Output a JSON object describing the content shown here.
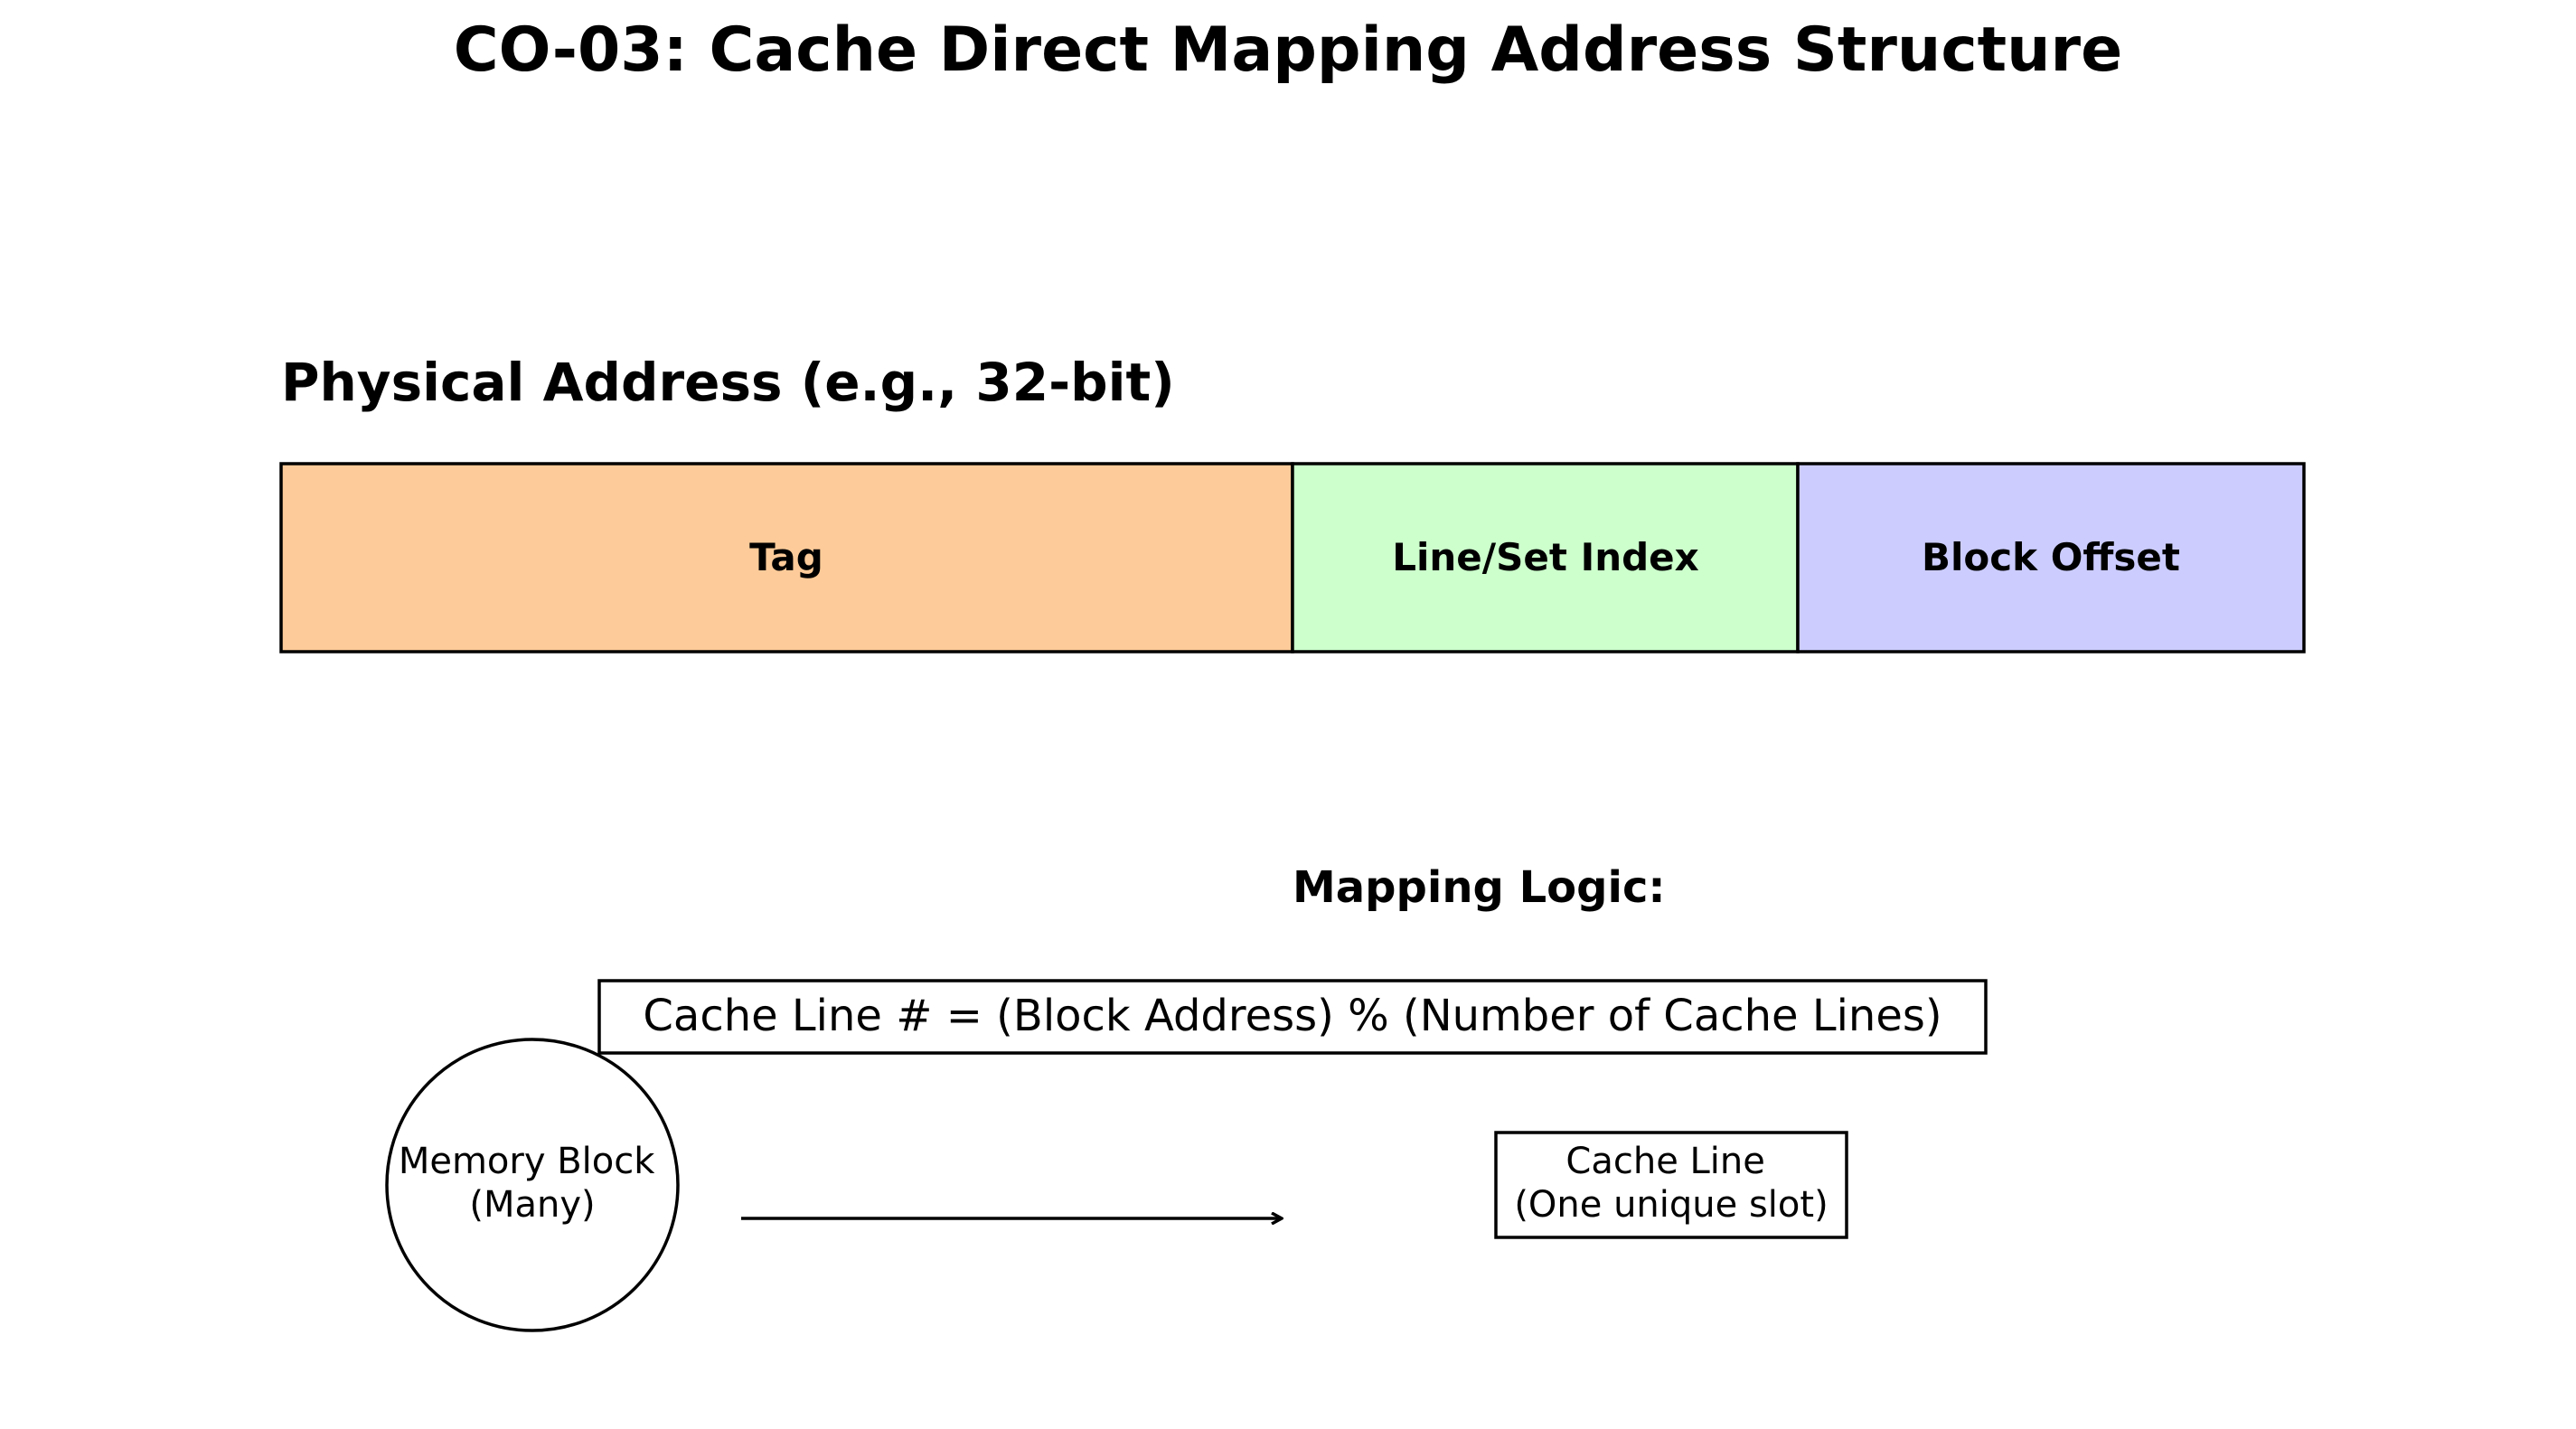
{
  "title": "CO-03: Cache Direct Mapping Address Structure",
  "address": {
    "heading": "Physical Address (e.g., 32-bit)",
    "fields": [
      {
        "label": "Tag",
        "color": "#FDCB99"
      },
      {
        "label": "Line/Set Index",
        "color": "#CCFFCC"
      },
      {
        "label": "Block Offset",
        "color": "#CCCCFF"
      }
    ]
  },
  "mapping": {
    "heading": "Mapping Logic:",
    "formula": "Cache Line # = (Block Address) % (Number of Cache Lines)",
    "source": {
      "line1": "Memory Block",
      "line2": "(Many)"
    },
    "target": {
      "line1": "Cache Line",
      "line2": "(One unique slot)"
    }
  }
}
